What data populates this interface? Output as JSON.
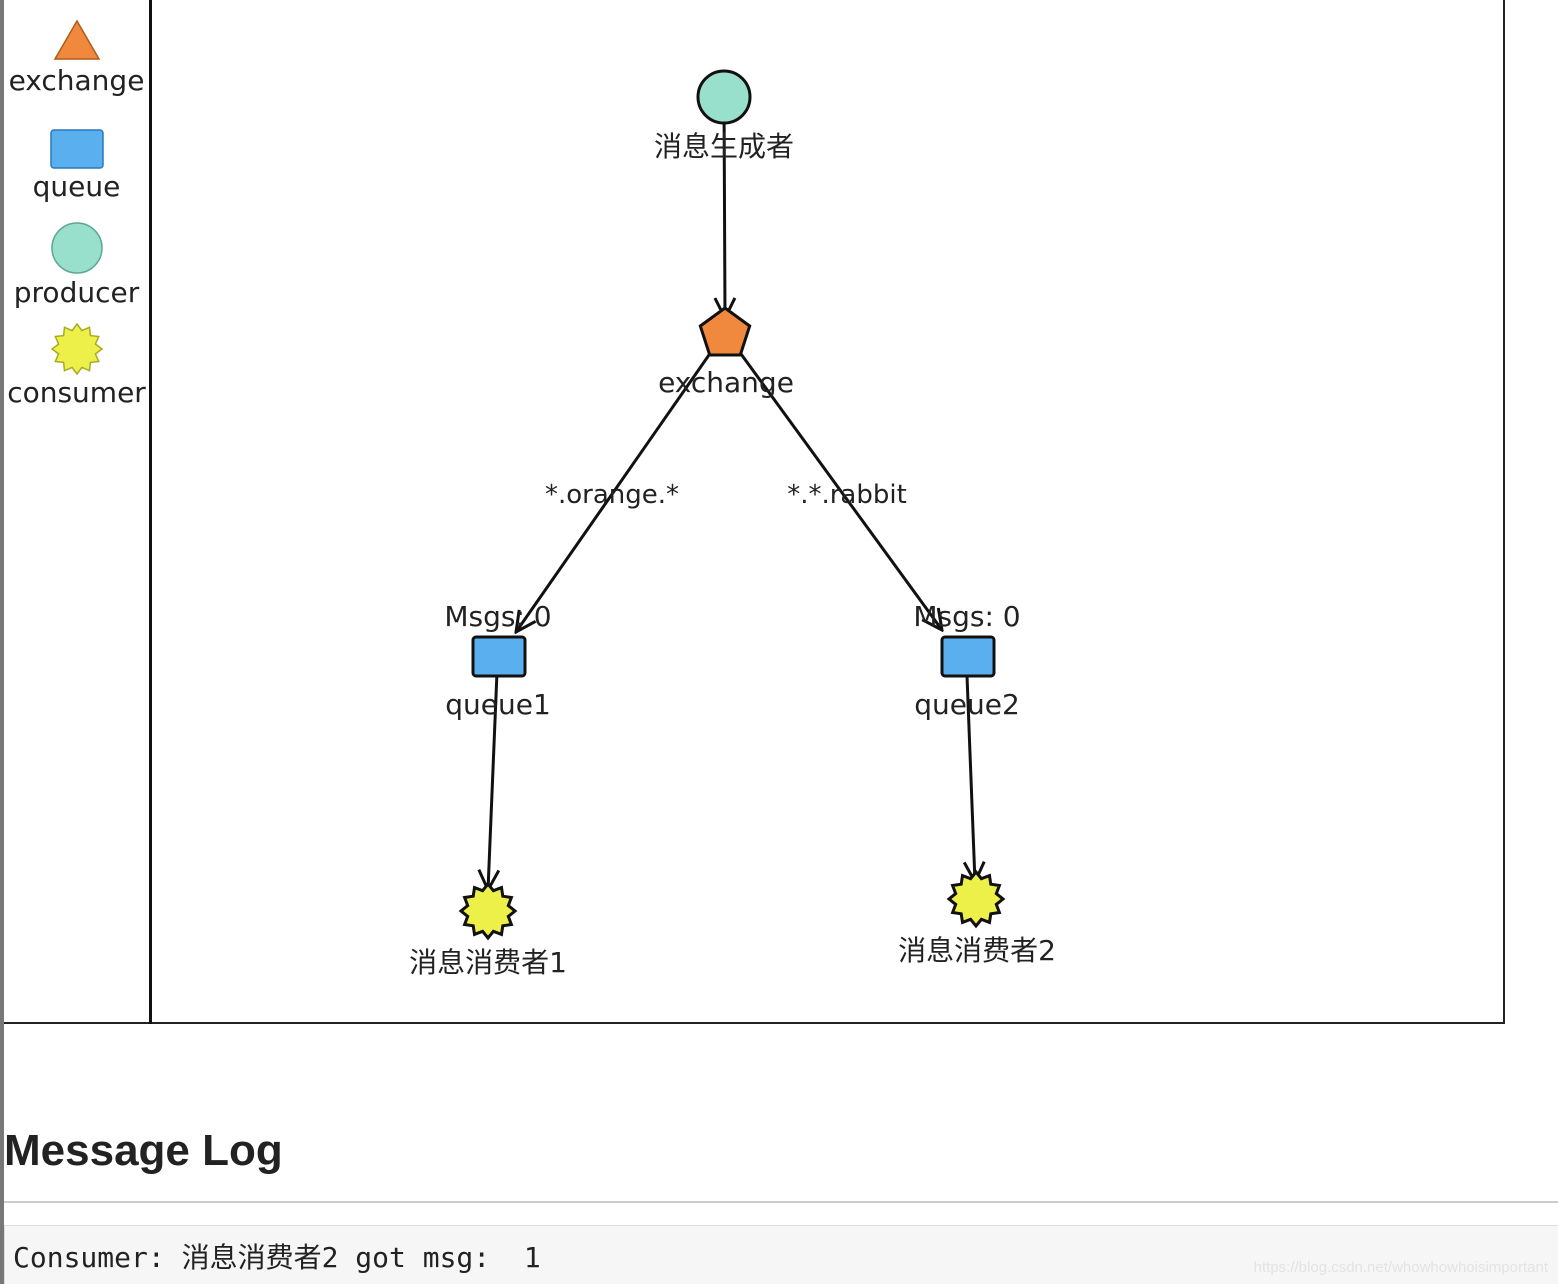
{
  "legend": {
    "items": [
      {
        "label": "exchange",
        "shape": "triangle",
        "color": "#f0883e"
      },
      {
        "label": "queue",
        "shape": "square",
        "color": "#5aafef"
      },
      {
        "label": "producer",
        "shape": "circle",
        "color": "#99e0cc"
      },
      {
        "label": "consumer",
        "shape": "star",
        "color": "#eef04a"
      }
    ]
  },
  "diagram": {
    "nodes": {
      "producer": {
        "label": "消息生成者",
        "type": "producer"
      },
      "exchange": {
        "label": "exchange",
        "type": "exchange"
      },
      "queue1": {
        "label": "queue1",
        "count_label": "Msgs: 0",
        "type": "queue"
      },
      "queue2": {
        "label": "queue2",
        "count_label": "Msgs: 0",
        "type": "queue"
      },
      "consumer1": {
        "label": "消息消费者1",
        "type": "consumer"
      },
      "consumer2": {
        "label": "消息消费者2",
        "type": "consumer"
      }
    },
    "edges": [
      {
        "from": "producer",
        "to": "exchange",
        "label": ""
      },
      {
        "from": "exchange",
        "to": "queue1",
        "label": "*.orange.*"
      },
      {
        "from": "exchange",
        "to": "queue2",
        "label": "*.*.rabbit"
      },
      {
        "from": "queue1",
        "to": "consumer1",
        "label": ""
      },
      {
        "from": "queue2",
        "to": "consumer2",
        "label": ""
      }
    ],
    "colors": {
      "exchange": "#f0883e",
      "queue": "#5aafef",
      "producer": "#99e0cc",
      "consumer": "#eef04a",
      "stroke": "#111111"
    }
  },
  "message_log": {
    "title": "Message Log",
    "lines": [
      "Consumer: 消息消费者2 got msg:  1"
    ]
  },
  "watermark": "https://blog.csdn.net/whowhowhoisimportant"
}
